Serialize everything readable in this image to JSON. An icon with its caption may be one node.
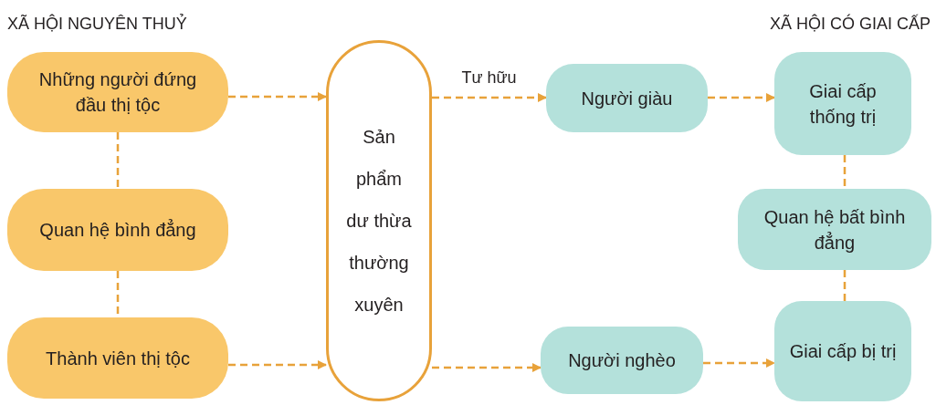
{
  "diagram": {
    "nodes": [
      {
        "text": [
          "Những người đứng đầu thị tộc"
        ]
      },
      {
        "text": [
          "Quan hệ bình đẳng"
        ]
      },
      {
        "text": [
          "Thành viên thị tộc"
        ]
      },
      {
        "text": [
          "Sản phẩm dư thừa thường xuyên"
        ]
      },
      {
        "text": [
          "Người giàu"
        ]
      },
      {
        "text": [
          "Người nghèo"
        ]
      },
      {
        "text": [
          "Giai cấp thống trị"
        ]
      },
      {
        "text": [
          "Quan hệ bất bình đẳng"
        ]
      },
      {
        "text": [
          "Giai cấp bị trị"
        ]
      }
    ],
    "edges": [
      {
        "from": 0,
        "to": 3,
        "arrow": "to",
        "style": "dashed"
      },
      {
        "from": 2,
        "to": 3,
        "arrow": "to",
        "style": "dashed"
      },
      {
        "from": 0,
        "to": 1,
        "arrow": "none",
        "style": "dashed"
      },
      {
        "from": 1,
        "to": 2,
        "arrow": "none",
        "style": "dashed"
      },
      {
        "from": 3,
        "to": 4,
        "arrow": "to",
        "label": "Tư hữu",
        "style": "dashed"
      },
      {
        "from": 3,
        "to": 5,
        "arrow": "to",
        "style": "dashed"
      },
      {
        "from": 4,
        "to": 6,
        "arrow": "to",
        "style": "dashed"
      },
      {
        "from": 5,
        "to": 8,
        "arrow": "to",
        "style": "dashed"
      },
      {
        "from": 6,
        "to": 7,
        "arrow": "none",
        "style": "dashed"
      },
      {
        "from": 7,
        "to": 8,
        "arrow": "none",
        "style": "dashed"
      }
    ],
    "labels": [
      "XÃ HỘI NGUYÊN THUỶ",
      "XÃ HỘI CÓ GIAI CẤP"
    ]
  }
}
